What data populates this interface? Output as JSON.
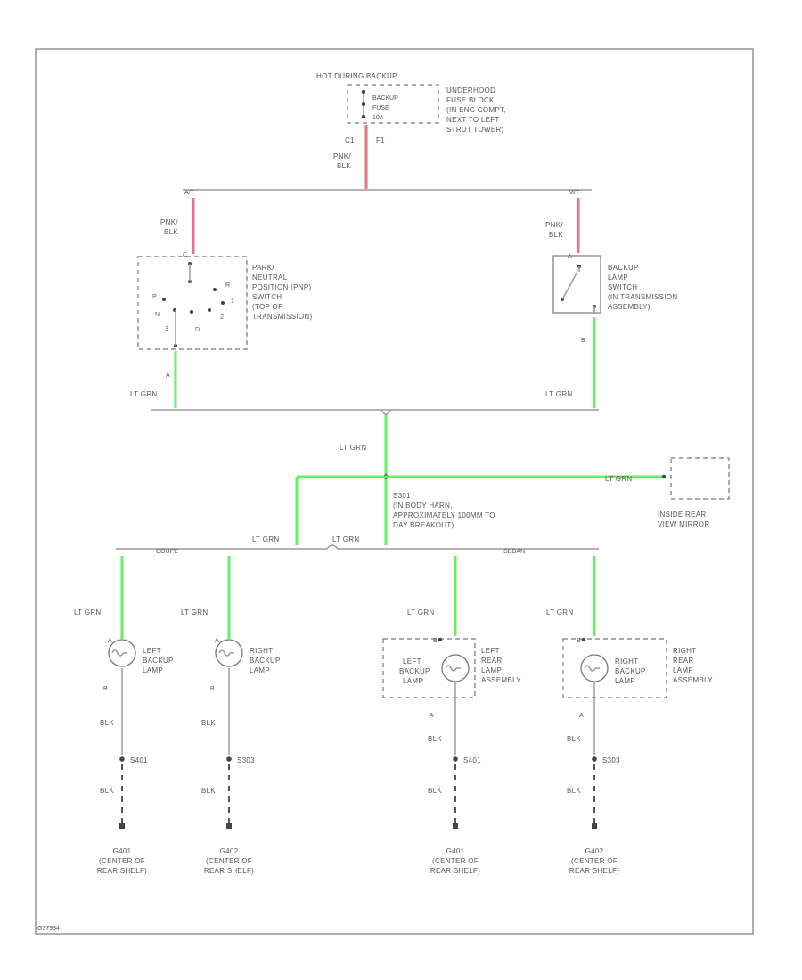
{
  "power": {
    "hot_label": "HOT DURING BACKUP",
    "fuse_lines": [
      "BACKUP",
      "FUSE",
      "10A"
    ],
    "location_lines": [
      "UNDERHOOD",
      "FUSE BLOCK",
      "(IN ENG COMPT,",
      "NEXT TO LEFT",
      "STRUT TOWER)"
    ],
    "pin_left": "C1",
    "pin_right": "F1",
    "wire_color_lines": [
      "PNK/",
      "BLK"
    ]
  },
  "branch": {
    "left_option": "A/T",
    "right_option": "M/T"
  },
  "pnp_switch": {
    "wire_color_lines": [
      "PNK/",
      "BLK"
    ],
    "pin_top": "C",
    "pin_bottom": "A",
    "gears": [
      "P",
      "R",
      "N",
      "D",
      "3",
      "2",
      "1"
    ],
    "name_lines": [
      "PARK/",
      "NEUTRAL",
      "POSITION (PNP)",
      "SWITCH",
      "(TOP OF",
      "TRANSMISSION)"
    ],
    "out_wire": "LT GRN"
  },
  "backup_switch": {
    "wire_color_lines": [
      "PNK/",
      "BLK"
    ],
    "pin_top": "A",
    "pin_bottom": "B",
    "name_lines": [
      "BACKUP",
      "LAMP",
      "SWITCH",
      "(IN TRANSMISSION",
      "ASSEMBLY)"
    ],
    "out_wire": "LT GRN"
  },
  "splice": {
    "wire_above": "LT GRN",
    "name_lines": [
      "S301",
      "(IN BODY HARN,",
      "APPROXIMATELY 100MM TO",
      "DAY BREAKOUT)"
    ],
    "mirror_wire": "LT GRN",
    "mirror_lines": [
      "INSIDE REAR",
      "VIEW MIRROR"
    ],
    "bus_wire_left": "LT GRN",
    "bus_wire_right": "LT GRN"
  },
  "options": {
    "left": "COUPE",
    "right": "SEDAN"
  },
  "lamps": [
    {
      "wire": "LT GRN",
      "pin_top": "A",
      "pin_bottom": "B",
      "name_lines": [
        "LEFT",
        "BACKUP",
        "LAMP"
      ],
      "ground_wire": "BLK",
      "splice": "S401",
      "ground_wire2": "BLK",
      "ground_lines": [
        "G401",
        "(CENTER OF",
        "REAR SHELF)"
      ]
    },
    {
      "wire": "LT GRN",
      "pin_top": "A",
      "pin_bottom": "B",
      "name_lines": [
        "RIGHT",
        "BACKUP",
        "LAMP"
      ],
      "ground_wire": "BLK",
      "splice": "S303",
      "ground_wire2": "BLK",
      "ground_lines": [
        "G402",
        "(CENTER OF",
        "REAR SHELF)"
      ]
    },
    {
      "wire": "LT GRN",
      "pin_top": "B",
      "pin_bottom": "A",
      "inner_lines": [
        "LEFT",
        "BACKUP",
        "LAMP"
      ],
      "name_lines": [
        "LEFT",
        "REAR",
        "LAMP",
        "ASSEMBLY"
      ],
      "ground_wire": "BLK",
      "splice": "S401",
      "ground_wire2": "BLK",
      "ground_lines": [
        "G401",
        "(CENTER OF",
        "REAR SHELF)"
      ]
    },
    {
      "wire": "LT GRN",
      "pin_top": "B",
      "pin_bottom": "A",
      "inner_lines": [
        "RIGHT",
        "BACKUP",
        "LAMP"
      ],
      "name_lines": [
        "RIGHT",
        "REAR",
        "LAMP",
        "ASSEMBLY"
      ],
      "ground_wire": "BLK",
      "splice": "S303",
      "ground_wire2": "BLK",
      "ground_lines": [
        "G402",
        "(CENTER OF",
        "REAR SHELF)"
      ]
    }
  ],
  "footer": {
    "code": "G37934"
  },
  "colors": {
    "green_wire": "#66ee66",
    "pink_wire": "#e8708a",
    "line": "#9a9a9a"
  }
}
